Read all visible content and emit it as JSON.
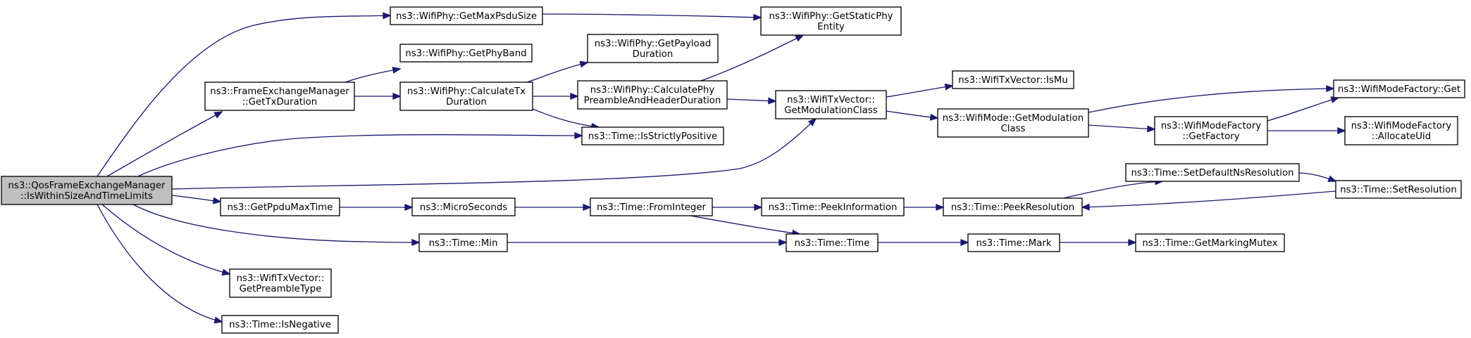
{
  "diagram": {
    "nodes": [
      {
        "id": "qos",
        "lines": [
          "ns3::QosFrameExchangeManager",
          "::IsWithinSizeAndTimeLimits"
        ],
        "highlight": true
      },
      {
        "id": "getMaxPsdu",
        "lines": [
          "ns3::WifiPhy::GetMaxPsduSize"
        ]
      },
      {
        "id": "getStatic",
        "lines": [
          "ns3::WifiPhy::GetStaticPhy",
          "Entity"
        ]
      },
      {
        "id": "getPhyBand",
        "lines": [
          "ns3::WifiPhy::GetPhyBand"
        ]
      },
      {
        "id": "fem",
        "lines": [
          "ns3::FrameExchangeManager",
          "::GetTxDuration"
        ]
      },
      {
        "id": "calcTx",
        "lines": [
          "ns3::WifiPhy::CalculateTx",
          "Duration"
        ]
      },
      {
        "id": "payload",
        "lines": [
          "ns3::WifiPhy::GetPayload",
          "Duration"
        ]
      },
      {
        "id": "preamble",
        "lines": [
          "ns3::WifiPhy::CalculatePhy",
          "PreambleAndHeaderDuration"
        ]
      },
      {
        "id": "strictly",
        "lines": [
          "ns3::Time::IsStrictlyPositive"
        ]
      },
      {
        "id": "modClass",
        "lines": [
          "ns3::WifiTxVector::",
          "GetModulationClass"
        ]
      },
      {
        "id": "isMu",
        "lines": [
          "ns3::WifiTxVector::IsMu"
        ]
      },
      {
        "id": "modeMod",
        "lines": [
          "ns3::WifiMode::GetModulation",
          "Class"
        ]
      },
      {
        "id": "factoryGet",
        "lines": [
          "ns3::WifiModeFactory::Get"
        ]
      },
      {
        "id": "getFactory",
        "lines": [
          "ns3::WifiModeFactory",
          "::GetFactory"
        ]
      },
      {
        "id": "allocUid",
        "lines": [
          "ns3::WifiModeFactory",
          "::AllocateUid"
        ]
      },
      {
        "id": "ppdu",
        "lines": [
          "ns3::GetPpduMaxTime"
        ]
      },
      {
        "id": "micro",
        "lines": [
          "ns3::MicroSeconds"
        ]
      },
      {
        "id": "fromInt",
        "lines": [
          "ns3::Time::FromInteger"
        ]
      },
      {
        "id": "peekInfo",
        "lines": [
          "ns3::Time::PeekInformation"
        ]
      },
      {
        "id": "peekRes",
        "lines": [
          "ns3::Time::PeekResolution"
        ]
      },
      {
        "id": "setDefault",
        "lines": [
          "ns3::Time::SetDefaultNsResolution"
        ]
      },
      {
        "id": "setRes",
        "lines": [
          "ns3::Time::SetResolution"
        ]
      },
      {
        "id": "min",
        "lines": [
          "ns3::Time::Min"
        ]
      },
      {
        "id": "timeTime",
        "lines": [
          "ns3::Time::Time"
        ]
      },
      {
        "id": "mark",
        "lines": [
          "ns3::Time::Mark"
        ]
      },
      {
        "id": "mutex",
        "lines": [
          "ns3::Time::GetMarkingMutex"
        ]
      },
      {
        "id": "preambleType",
        "lines": [
          "ns3::WifiTxVector::",
          "GetPreambleType"
        ]
      },
      {
        "id": "isNeg",
        "lines": [
          "ns3::Time::IsNegative"
        ]
      }
    ],
    "edges": [
      {
        "from": "qos",
        "to": "getMaxPsdu"
      },
      {
        "from": "qos",
        "to": "fem"
      },
      {
        "from": "qos",
        "to": "strictly"
      },
      {
        "from": "qos",
        "to": "modClass"
      },
      {
        "from": "qos",
        "to": "ppdu"
      },
      {
        "from": "qos",
        "to": "min"
      },
      {
        "from": "qos",
        "to": "preambleType"
      },
      {
        "from": "qos",
        "to": "isNeg"
      },
      {
        "from": "getMaxPsdu",
        "to": "getStatic"
      },
      {
        "from": "fem",
        "to": "getPhyBand"
      },
      {
        "from": "fem",
        "to": "calcTx"
      },
      {
        "from": "calcTx",
        "to": "payload"
      },
      {
        "from": "calcTx",
        "to": "preamble"
      },
      {
        "from": "calcTx",
        "to": "strictly"
      },
      {
        "from": "preamble",
        "to": "getStatic"
      },
      {
        "from": "preamble",
        "to": "modClass"
      },
      {
        "from": "modClass",
        "to": "isMu"
      },
      {
        "from": "modClass",
        "to": "modeMod"
      },
      {
        "from": "modeMod",
        "to": "factoryGet"
      },
      {
        "from": "modeMod",
        "to": "getFactory"
      },
      {
        "from": "getFactory",
        "to": "factoryGet"
      },
      {
        "from": "getFactory",
        "to": "allocUid"
      },
      {
        "from": "ppdu",
        "to": "micro"
      },
      {
        "from": "micro",
        "to": "fromInt"
      },
      {
        "from": "fromInt",
        "to": "peekInfo"
      },
      {
        "from": "fromInt",
        "to": "timeTime"
      },
      {
        "from": "peekInfo",
        "to": "peekRes"
      },
      {
        "from": "peekRes",
        "to": "setDefault"
      },
      {
        "from": "setDefault",
        "to": "setRes"
      },
      {
        "from": "setRes",
        "to": "peekRes"
      },
      {
        "from": "min",
        "to": "timeTime"
      },
      {
        "from": "timeTime",
        "to": "mark"
      },
      {
        "from": "mark",
        "to": "mutex"
      }
    ]
  }
}
